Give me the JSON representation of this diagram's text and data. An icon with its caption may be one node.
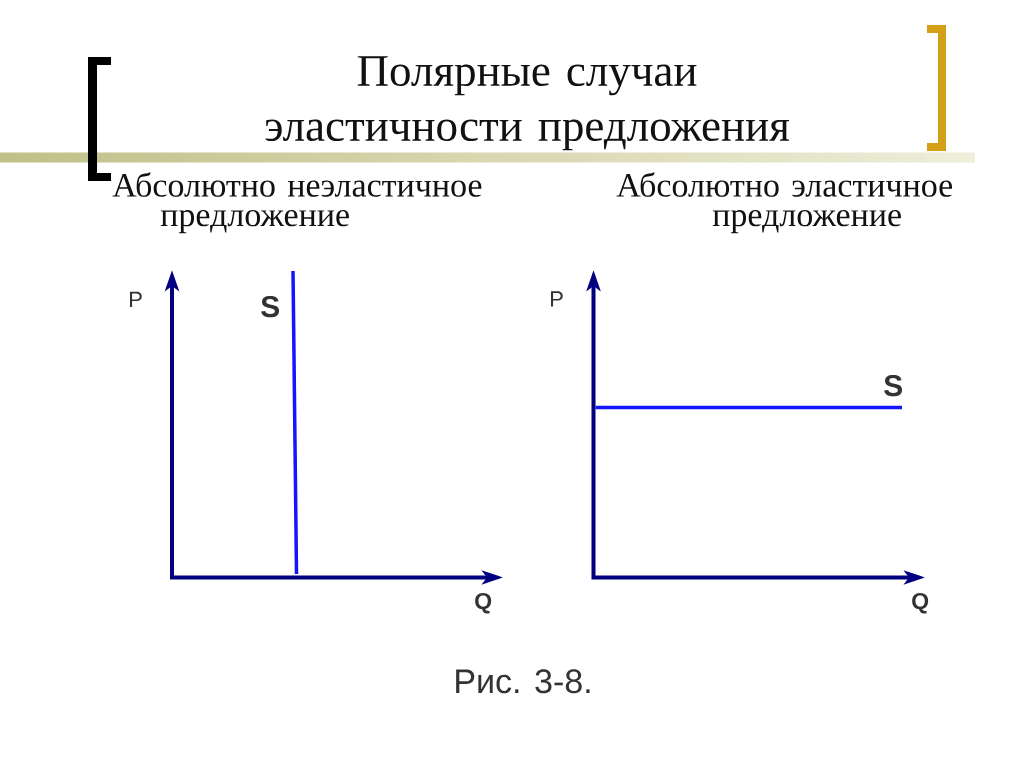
{
  "diagram": {
    "title": "Полярные случаи эластичности предложения",
    "caption": "Рис. 3-8.",
    "labels": [
      "Абсолютно неэластичное предложение",
      "Абсолютно эластичное предложение",
      "P",
      "S",
      "Q",
      "P",
      "S",
      "Q"
    ]
  }
}
